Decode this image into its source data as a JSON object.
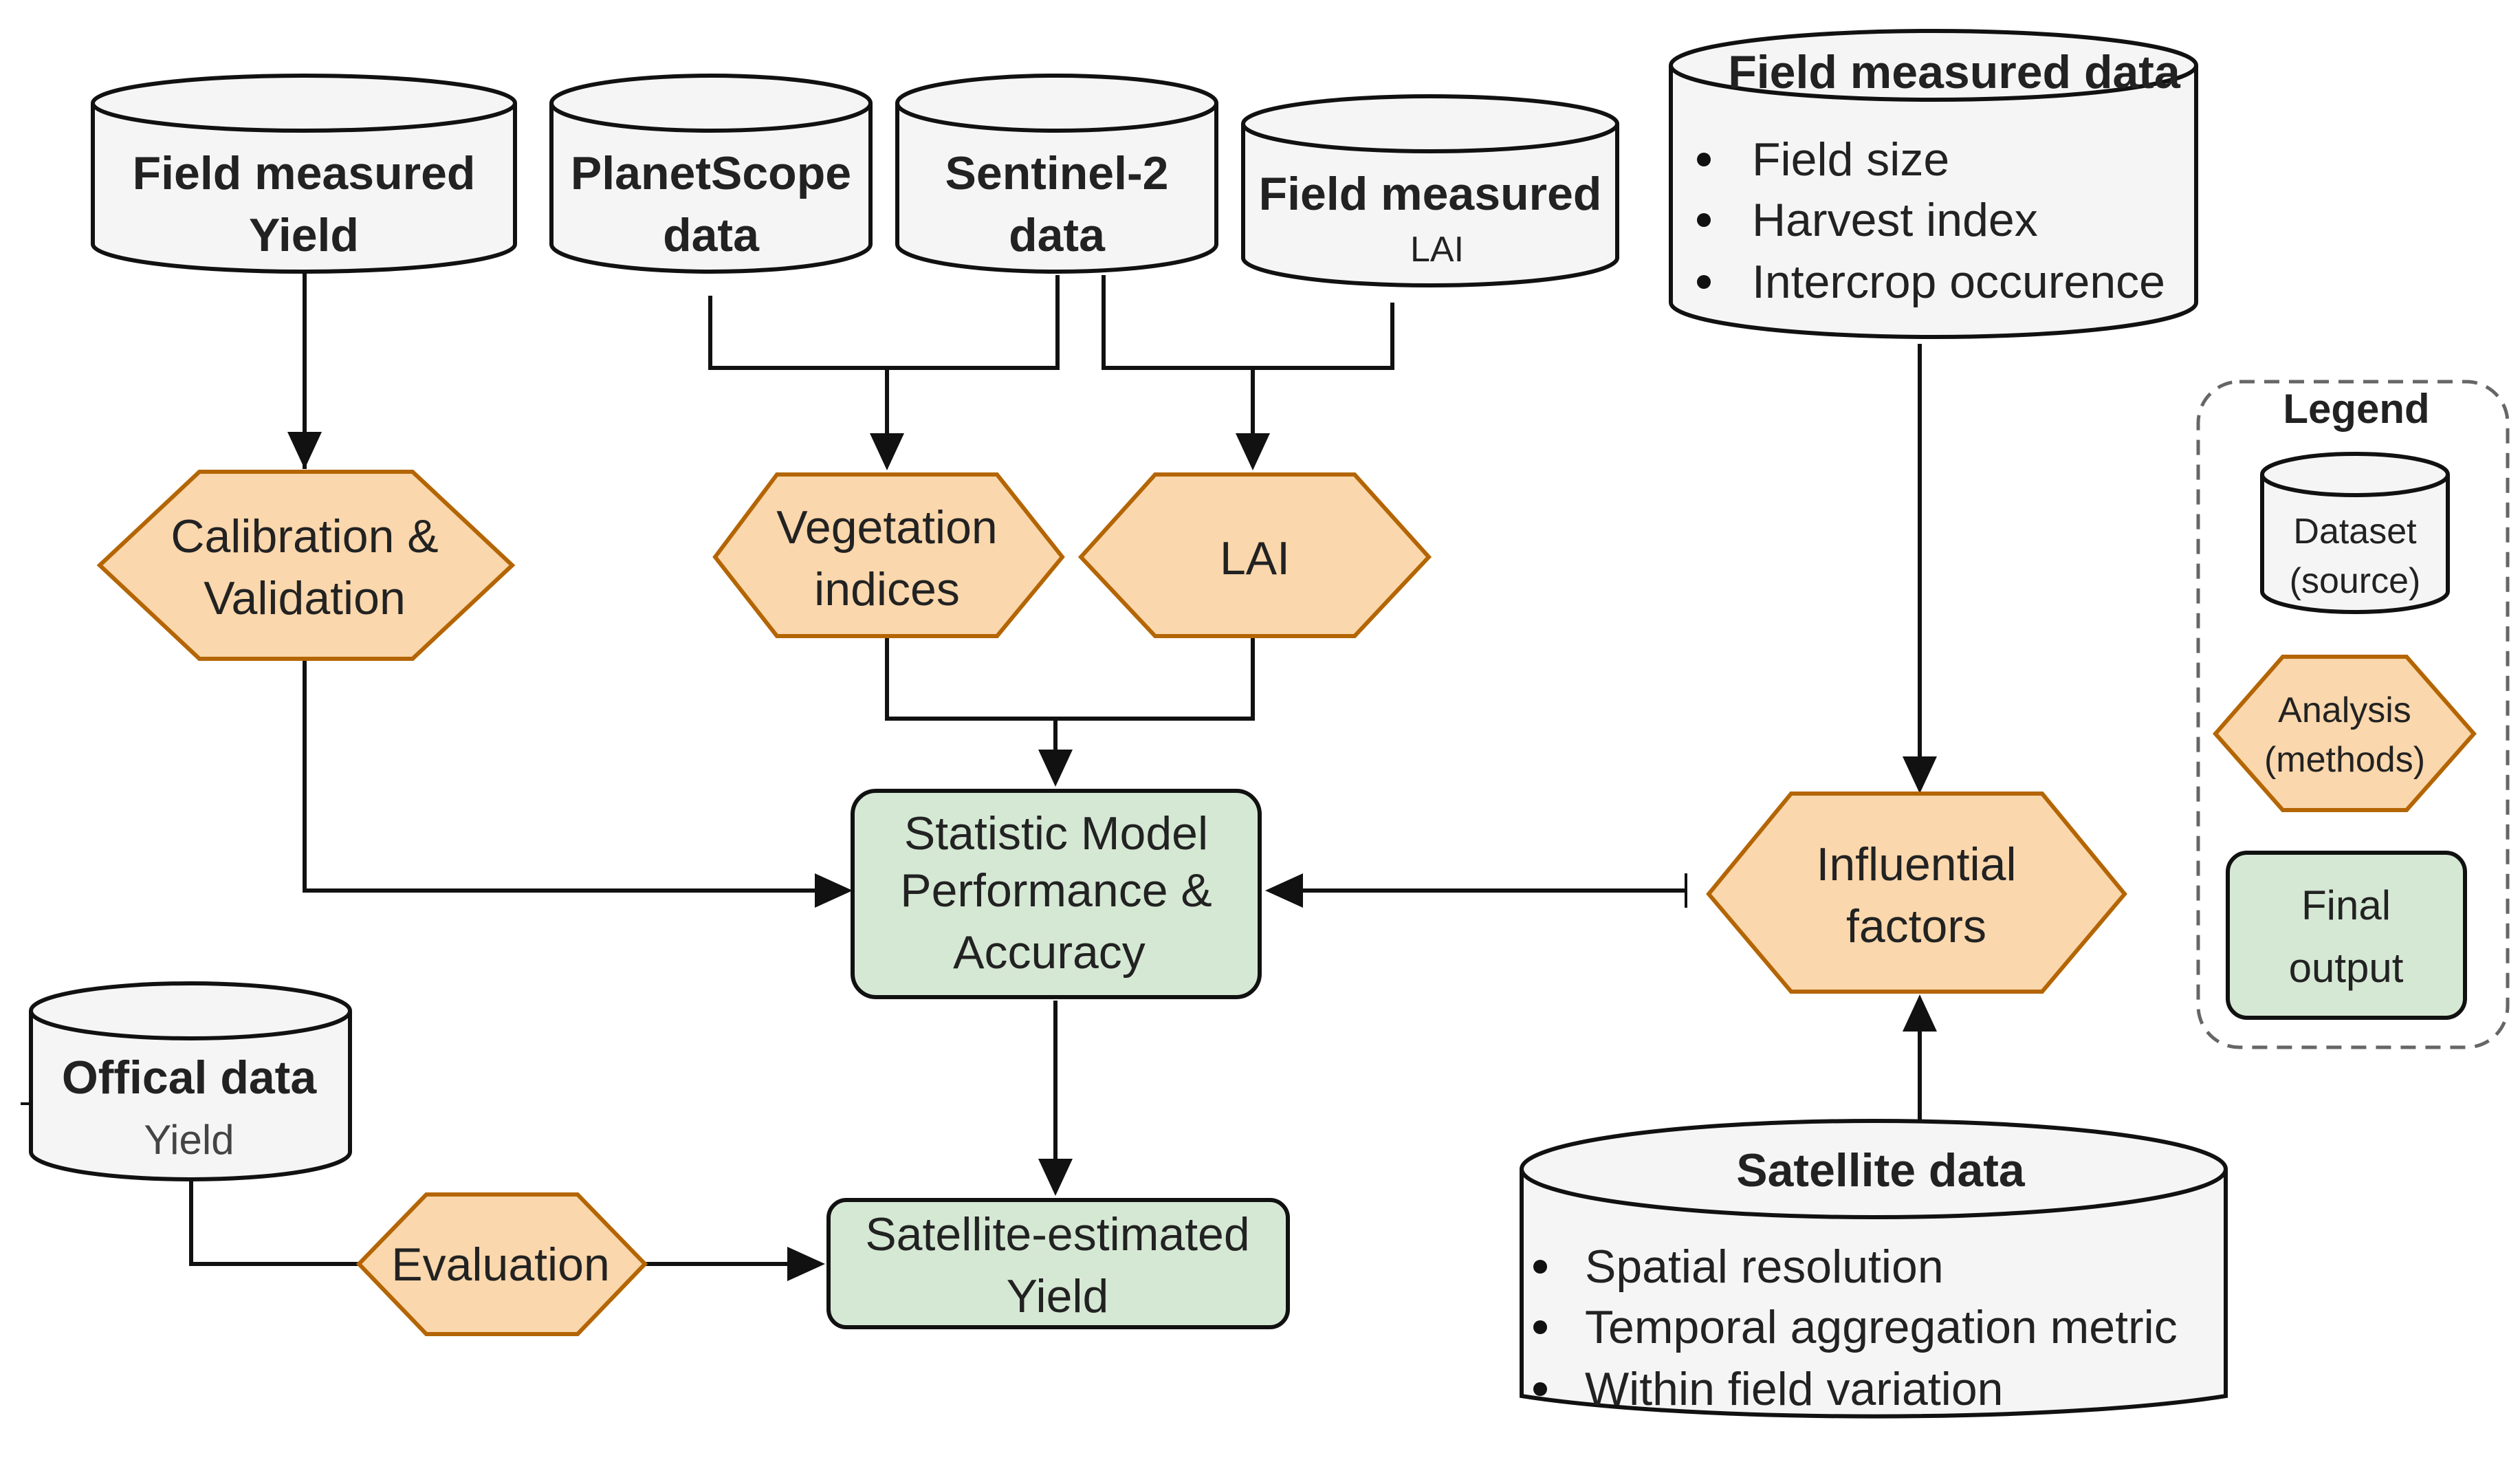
{
  "datasets": {
    "field_yield": {
      "title": "Field measured",
      "subtitle": "Yield"
    },
    "planetscope": {
      "title": "PlanetScope",
      "subtitle": "data"
    },
    "sentinel2": {
      "title": "Sentinel-2",
      "subtitle": "data"
    },
    "field_lai": {
      "title": "Field measured",
      "subtitle": "LAI"
    },
    "field_data": {
      "title": "Field measured data",
      "items": [
        "Field size",
        "Harvest index",
        "Intercrop occurence"
      ]
    },
    "official": {
      "title": "Offical data",
      "subtitle": "Yield"
    },
    "satellite": {
      "title": "Satellite data",
      "items": [
        "Spatial resolution",
        "Temporal aggregation metric",
        "Within field variation"
      ]
    }
  },
  "analyses": {
    "calibration": {
      "line1": "Calibration &",
      "line2": "Validation"
    },
    "vegetation": {
      "line1": "Vegetation",
      "line2": "indices"
    },
    "lai": {
      "label": "LAI"
    },
    "influential": {
      "line1": "Influential",
      "line2": "factors"
    },
    "evaluation": {
      "label": "Evaluation"
    }
  },
  "outputs": {
    "statistic": {
      "line1": "Statistic Model",
      "line2": "Performance &",
      "line3": "Accuracy"
    },
    "satellite_yield": {
      "line1": "Satellite-estimated",
      "line2": "Yield"
    }
  },
  "legend": {
    "title": "Legend",
    "dataset": {
      "line1": "Dataset",
      "line2": "(source)"
    },
    "analysis": {
      "line1": "Analysis",
      "line2": "(methods)"
    },
    "final": {
      "line1": "Final",
      "line2": "output"
    }
  },
  "colors": {
    "analysis_fill": "#fad7ac",
    "analysis_stroke": "#b46504",
    "output_fill": "#d5e8d4",
    "dataset_fill": "#f5f5f5"
  }
}
